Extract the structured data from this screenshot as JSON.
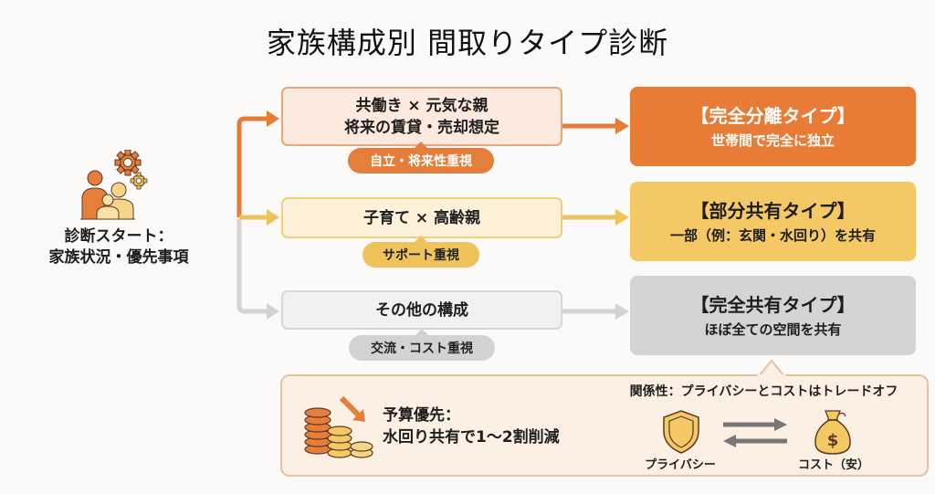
{
  "title": "家族構成別 間取りタイプ診断",
  "colors": {
    "orange": "#e87b36",
    "yellow": "#f3c865",
    "gray": "#d4d4d4",
    "panel_bg": "#fcefe4"
  },
  "start": {
    "icon": "family-gears-icon",
    "label_line1": "診断スタート：",
    "label_line2": "家族状況・優先事項"
  },
  "branches": [
    {
      "condition_line1": "共働き × 元気な親",
      "condition_line2": "将来の賃貸・売却想定",
      "priority": "自立・将来性重視",
      "result_title": "【完全分離タイプ】",
      "result_subtitle": "世帯間で完全に独立",
      "color": "#e87b36"
    },
    {
      "condition_line1": "子育て × 高齢親",
      "priority": "サポート重視",
      "result_title": "【部分共有タイプ】",
      "result_subtitle": "一部（例：玄関・水回り）を共有",
      "color": "#f3c865"
    },
    {
      "condition_line1": "その他の構成",
      "priority": "交流・コスト重視",
      "result_title": "【完全共有タイプ】",
      "result_subtitle": "ほぼ全ての空間を共有",
      "color": "#d4d4d4"
    }
  ],
  "bottom_panel": {
    "budget_icon": "coins-down-icon",
    "budget_line1": "予算優先：",
    "budget_line2": "水回り共有で1〜2割削減",
    "relation_title": "関係性：プライバシーとコストはトレードオフ",
    "privacy_icon": "shield-icon",
    "privacy_label": "プライバシー",
    "swap_icon": "swap-arrows-icon",
    "cost_icon": "money-bag-icon",
    "cost_label": "コスト（安）"
  }
}
